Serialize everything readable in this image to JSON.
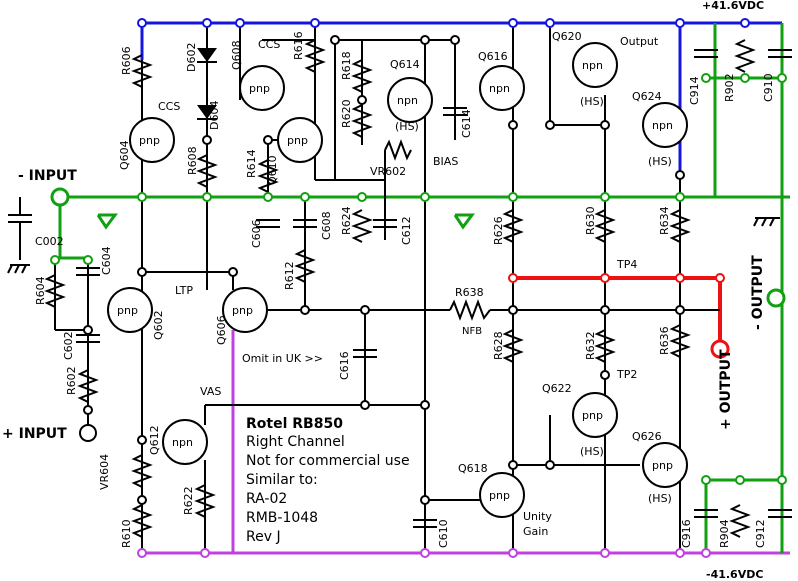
{
  "rails": {
    "positive": "+41.6VDC",
    "negative": "-41.6VDC"
  },
  "inputs": {
    "minus_input": "- INPUT",
    "plus_input": "+ INPUT"
  },
  "outputs": {
    "plus_output": "+ OUTPUT",
    "minus_output": "- OUTPUT"
  },
  "notes": {
    "title": "Rotel RB850",
    "line1": "Right Channel",
    "line2": "Not for commercial use",
    "line3": "Similar to:",
    "line4": "RA-02",
    "line5": "RMB-1048",
    "line6": "Rev J",
    "omit": "Omit in UK >>"
  },
  "blocks": {
    "ccs_left": "CCS",
    "ccs_right": "CCS",
    "ltp": "LTP",
    "vas": "VAS",
    "output": "Output",
    "bias": "BIAS",
    "unity": "Unity",
    "gain": "Gain",
    "nfb": "NFB",
    "tp4": "TP4",
    "tp2": "TP2",
    "hs": "(HS)"
  },
  "transistors": [
    {
      "ref": "Q604",
      "type": "pnp"
    },
    {
      "ref": "Q608",
      "type": "pnp"
    },
    {
      "ref": "Q610",
      "type": "pnp"
    },
    {
      "ref": "Q614",
      "type": "npn"
    },
    {
      "ref": "Q616",
      "type": "npn"
    },
    {
      "ref": "Q620",
      "type": "npn"
    },
    {
      "ref": "Q624",
      "type": "npn"
    },
    {
      "ref": "Q602",
      "type": "pnp"
    },
    {
      "ref": "Q606",
      "type": "pnp"
    },
    {
      "ref": "Q612",
      "type": "npn"
    },
    {
      "ref": "Q618",
      "type": "pnp"
    },
    {
      "ref": "Q622",
      "type": "pnp"
    },
    {
      "ref": "Q626",
      "type": "pnp"
    }
  ],
  "resistors": [
    "R606",
    "R608",
    "R614",
    "R616",
    "R618",
    "R620",
    "R624",
    "R612",
    "R604",
    "R602",
    "R622",
    "R610",
    "R626",
    "R628",
    "R630",
    "R632",
    "R634",
    "R636",
    "R638",
    "R902",
    "R904"
  ],
  "capacitors": [
    "C002",
    "C604",
    "C602",
    "C606",
    "C608",
    "C612",
    "C614",
    "C616",
    "C610",
    "C914",
    "C910",
    "C916",
    "C912"
  ],
  "diodes": [
    "D602",
    "D604"
  ],
  "pots": [
    "VR602",
    "VR604"
  ],
  "colors": {
    "positive_rail": "#1515e0",
    "ground": "#11a011",
    "output": "#ee1111",
    "negative_rail": "#c040e0",
    "wire": "#000000"
  }
}
